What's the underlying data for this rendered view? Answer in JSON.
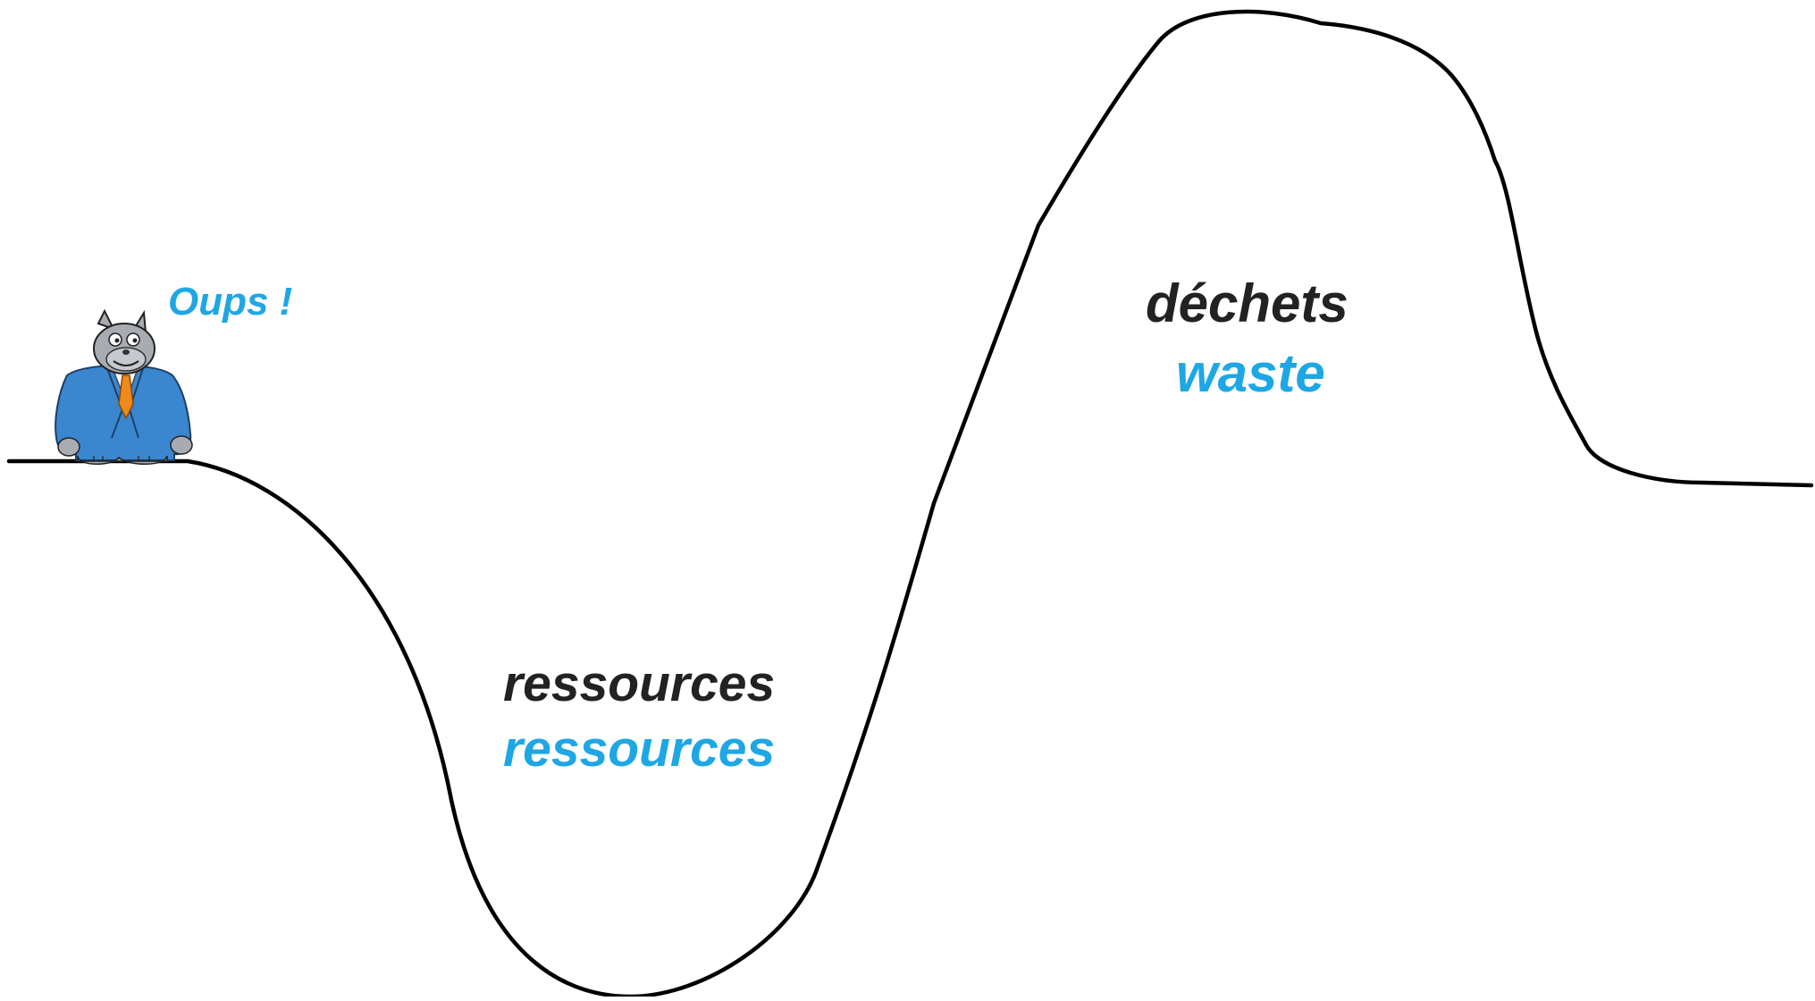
{
  "labels": {
    "exclamation": "Oups !",
    "peak_fr": "déchets",
    "peak_en": "waste",
    "valley_fr": "ressources",
    "valley_en": "ressources"
  },
  "colors": {
    "line": "#000000",
    "text_dark": "#222222",
    "text_blue": "#1ea7e4",
    "cat_suit": "#3a86cf",
    "cat_fur": "#a8acb2",
    "cat_tie": "#f08a1c"
  },
  "icons": {
    "character": "cat-in-suit-icon"
  }
}
